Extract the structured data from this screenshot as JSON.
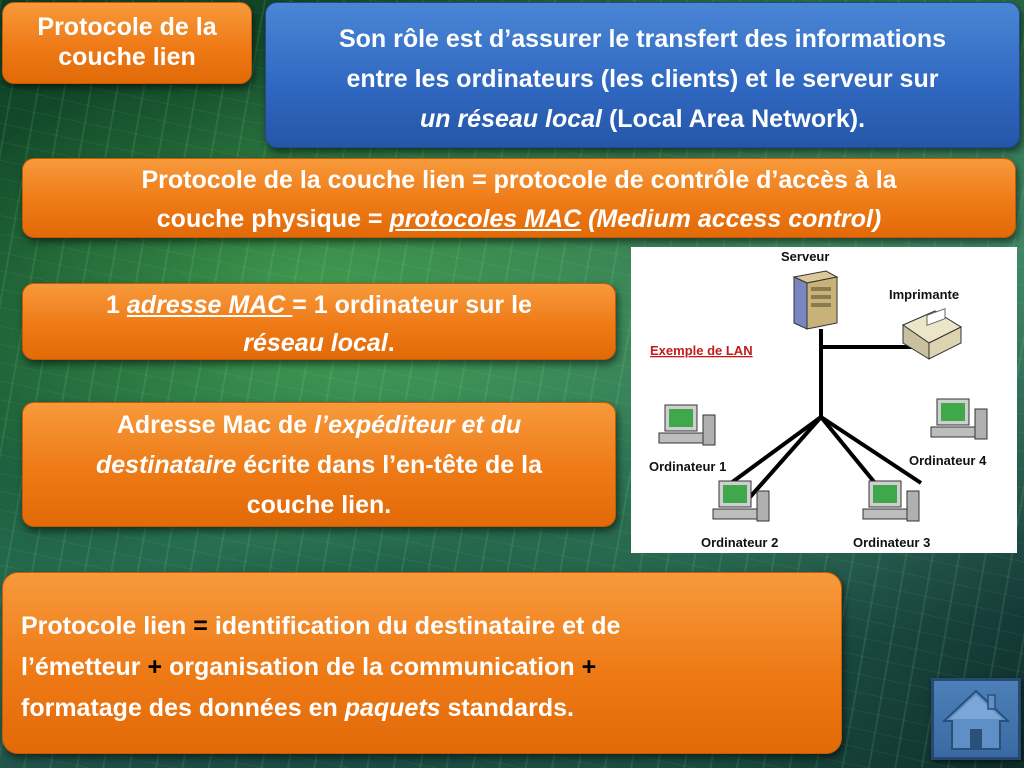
{
  "title": {
    "line1": "Protocole de la",
    "line2": "couche lien"
  },
  "role": {
    "line1": "Son rôle est d’assurer le transfert des informations",
    "line2": "entre les ordinateurs (les clients) et le serveur sur",
    "line3_italic": "un réseau local",
    "line3_rest": " (Local Area Network)."
  },
  "mac_protocol": {
    "line1": "Protocole de la couche lien = protocole de contrôle d’accès à la",
    "line2_prefix": "couche physique = ",
    "line2_underlined": "protocoles MAC",
    "line2_suffix": " (Medium access control)"
  },
  "mac_address": {
    "prefix": "1 ",
    "underlined": "adresse MAC ",
    "suffix": "= 1 ordinateur sur le",
    "line2_italic": "réseau local",
    "line2_end": "."
  },
  "header_info": {
    "prefix": "Adresse Mac de ",
    "italic1": "l’expéditeur et du",
    "italic2": "destinataire",
    "rest": " écrite dans l’en-tête de la",
    "line3": "couche lien."
  },
  "summary": {
    "part1": "Protocole lien ",
    "op1": "=",
    "part2": " identification du destinataire et de",
    "part3": "l’émetteur ",
    "op2": "+",
    "part4": " organisation de la communication ",
    "op3": "+",
    "part5": "formatage des données en ",
    "italic": "paquets",
    "part6": " standards."
  },
  "lan_diagram": {
    "server_label": "Serveur",
    "printer_label": "Imprimante",
    "caption": "Exemple de LAN",
    "computer1_label": "Ordinateur 1",
    "computer2_label": "Ordinateur 2",
    "computer3_label": "Ordinateur 3",
    "computer4_label": "Ordinateur 4"
  },
  "colors": {
    "box_orange": "#ee7a16",
    "box_blue": "#2f67bf",
    "caption_red": "#c41a1a"
  },
  "icons": {
    "home": "home-icon"
  }
}
